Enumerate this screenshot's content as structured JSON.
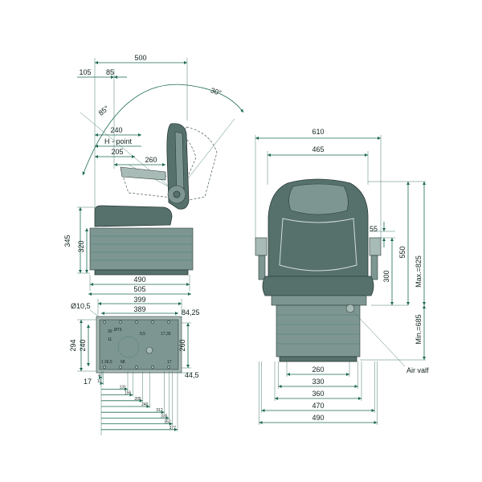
{
  "side_view": {
    "top_dims": [
      "500",
      "105",
      "85"
    ],
    "angles": [
      "85°",
      "30°"
    ],
    "horizontal_dims": [
      "240",
      "H - point",
      "205",
      "260"
    ],
    "vertical_dims": [
      "345",
      "320"
    ],
    "bottom_dims": [
      "490",
      "505"
    ]
  },
  "base_plate": {
    "top_dims": [
      "399",
      "389"
    ],
    "hole_label": "Ø10,5",
    "side_dim_right_top": "84,25",
    "left_dims": [
      "294",
      "240"
    ],
    "right_dim": "260",
    "bottom_left": "17",
    "bottom_right": "44,5",
    "inner_labels": [
      "9,5",
      "17,35",
      "30",
      "11",
      "26,5",
      "68",
      "Ø73",
      "1",
      "17"
    ],
    "stack_dims": [
      "4",
      "10",
      "131",
      "156",
      "205",
      "240",
      "312",
      "335",
      "352",
      "377"
    ]
  },
  "front_view": {
    "top_dims": [
      "610",
      "465"
    ],
    "right_dims": [
      "55",
      "550",
      "300",
      "Max.=825",
      "Min.=685"
    ],
    "bottom_dims": [
      "260",
      "330",
      "360",
      "470",
      "490"
    ],
    "callout": "Air valf"
  },
  "colors": {
    "dimension": "#1d6a55",
    "seat_dark": "#56716c",
    "seat_light": "#a9bbb7"
  }
}
